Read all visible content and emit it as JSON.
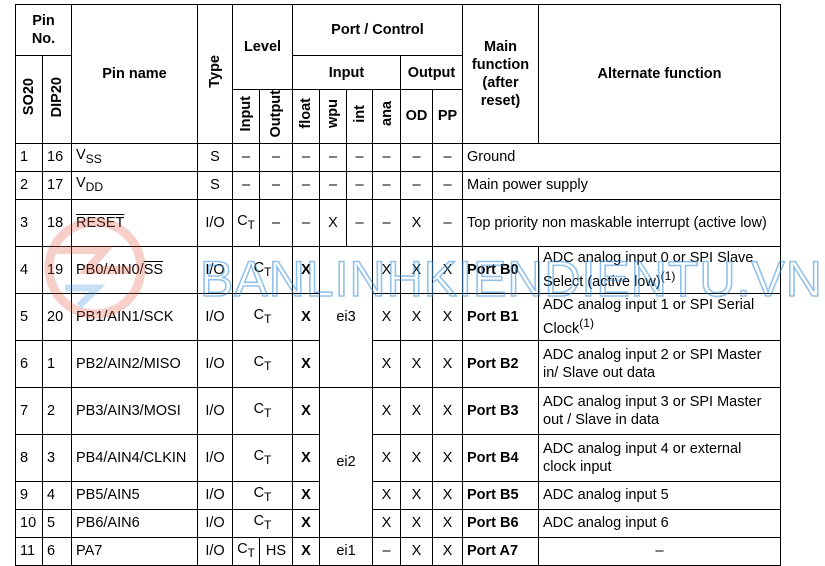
{
  "header": {
    "pin_no": "Pin No.",
    "so20": "SO20",
    "dip20": "DIP20",
    "pin_name": "Pin name",
    "type": "Type",
    "level": "Level",
    "level_input": "Input",
    "level_output": "Output",
    "port_control": "Port / Control",
    "input": "Input",
    "output": "Output",
    "float": "float",
    "wpu": "wpu",
    "int": "int",
    "ana": "ana",
    "od": "OD",
    "pp": "PP",
    "main_function": "Main function (after reset)",
    "alternate_function": "Alternate function"
  },
  "rows": [
    {
      "so20": "1",
      "dip20": "16",
      "name": "V",
      "sub": "SS",
      "type": "S",
      "lvl_in": "–",
      "lvl_out": "–",
      "float": "–",
      "wpu": "–",
      "int": "–",
      "ana": "–",
      "od": "–",
      "pp": "–",
      "main": "Ground"
    },
    {
      "so20": "2",
      "dip20": "17",
      "name": "V",
      "sub": "DD",
      "type": "S",
      "lvl_in": "–",
      "lvl_out": "–",
      "float": "–",
      "wpu": "–",
      "int": "–",
      "ana": "–",
      "od": "–",
      "pp": "–",
      "main": "Main power supply"
    },
    {
      "so20": "3",
      "dip20": "18",
      "name": "RESET",
      "type": "I/O",
      "lvl_in": "C",
      "lvl_in_sub": "T",
      "lvl_out": "–",
      "float": "–",
      "wpu": "X",
      "int": "–",
      "ana": "–",
      "od": "X",
      "pp": "–",
      "main": "Top priority non maskable interrupt (active low)"
    },
    {
      "so20": "4",
      "dip20": "19",
      "name": "PB0/AIN0/",
      "name_over": "SS",
      "type": "I/O",
      "level": "C",
      "level_sub": "T",
      "float": "X",
      "ana": "X",
      "od": "X",
      "pp": "X",
      "main": "Port B0",
      "alt": "ADC analog input 0 or SPI Slave Select (active low)",
      "alt_sup": "(1)"
    },
    {
      "so20": "5",
      "dip20": "20",
      "name": "PB1/AIN1/SCK",
      "type": "I/O",
      "level": "C",
      "level_sub": "T",
      "float": "X",
      "ana": "X",
      "od": "X",
      "pp": "X",
      "main": "Port B1",
      "alt": "ADC analog input 1 or SPI Serial Clock",
      "alt_sup": "(1)"
    },
    {
      "so20": "6",
      "dip20": "1",
      "name": "PB2/AIN2/MISO",
      "type": "I/O",
      "level": "C",
      "level_sub": "T",
      "float": "X",
      "ana": "X",
      "od": "X",
      "pp": "X",
      "main": "Port B2",
      "alt": "ADC analog input 2 or SPI Master in/ Slave out data"
    },
    {
      "so20": "7",
      "dip20": "2",
      "name": "PB3/AIN3/MOSI",
      "type": "I/O",
      "level": "C",
      "level_sub": "T",
      "float": "X",
      "ana": "X",
      "od": "X",
      "pp": "X",
      "main": "Port B3",
      "alt": "ADC analog input 3 or SPI Master out / Slave in data"
    },
    {
      "so20": "8",
      "dip20": "3",
      "name": "PB4/AIN4/CLKIN",
      "type": "I/O",
      "level": "C",
      "level_sub": "T",
      "float": "X",
      "ana": "X",
      "od": "X",
      "pp": "X",
      "main": "Port B4",
      "alt": "ADC analog input 4 or external clock input"
    },
    {
      "so20": "9",
      "dip20": "4",
      "name": "PB5/AIN5",
      "type": "I/O",
      "level": "C",
      "level_sub": "T",
      "float": "X",
      "ana": "X",
      "od": "X",
      "pp": "X",
      "main": "Port B5",
      "alt": "ADC analog input 5"
    },
    {
      "so20": "10",
      "dip20": "5",
      "name": "PB6/AIN6",
      "type": "I/O",
      "level": "C",
      "level_sub": "T",
      "float": "X",
      "ana": "X",
      "od": "X",
      "pp": "X",
      "main": "Port B6",
      "alt": "ADC analog input 6"
    },
    {
      "so20": "11",
      "dip20": "6",
      "name": "PA7",
      "type": "I/O",
      "lvl_in": "C",
      "lvl_in_sub": "T",
      "lvl_out": "HS",
      "float": "X",
      "wpu_int": "ei1",
      "ana": "–",
      "od": "X",
      "pp": "X",
      "main": "Port A7",
      "alt": "–"
    }
  ],
  "interrupts": {
    "ei3": "ei3",
    "ei2": "ei2"
  },
  "watermark": {
    "text": "BANLINHKIENDIENTU.VN",
    "color": "#3a8fd8",
    "logo_color": "#e05540"
  }
}
